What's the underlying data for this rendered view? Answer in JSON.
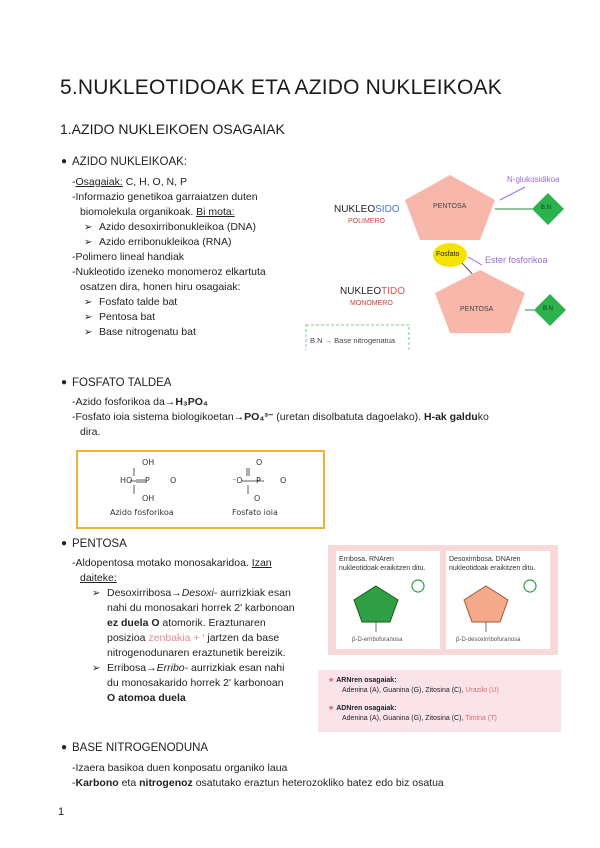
{
  "title": "5.NUKLEOTIDOAK ETA AZIDO NUKLEIKOAK",
  "section": "1.AZIDO NUKLEIKOEN OSAGAIAK",
  "s1": {
    "bullet": "AZIDO NUKLEIKOAK:",
    "osagaiak_label": "Osagaiak:",
    "osagaiak_value": " C, H, O, N, P",
    "info_line1": "-Informazio genetikoa garraiatzen duten",
    "info_line2": "biomolekula organikoak.",
    "bi_mota": "Bi mota:",
    "dna": "Azido desoxirribonukleikoa (DNA)",
    "rna": "Azido erribonukleikoa (RNA)",
    "polimero": "-Polimero lineal handiak",
    "nukl_line1": "-Nukleotido izeneko monomeroz elkartuta",
    "nukl_line2": "osatzen dira, honen hiru osagaiak:",
    "fosfato": "Fosfato talde bat",
    "pentosa": "Pentosa bat",
    "base": "Base nitrogenatu bat"
  },
  "diagram1": {
    "nukleosido_a": "NUKLEO",
    "nukleosido_b": "SIDO",
    "polimero": "POLIMERO",
    "nukleotido_a": "NUKLEO",
    "nukleotido_b": "TIDO",
    "monomero": "MONOMERO",
    "bn_legend": "B.N → Base nitrogenatua",
    "n_glukosidikoa": "N-glukosidikoa",
    "pentosa1": "PENTOSA",
    "bn1": "B.N",
    "fosfato": "Fosfato",
    "ester": "Ester fosforikoa",
    "pentosa2": "PENTOSA",
    "bn2": "B.N"
  },
  "s2": {
    "bullet": "FOSFATO TALDEA",
    "line1_a": "-Azido fosforikoa da→",
    "line1_b": "H₃PO₄",
    "line2_a": "-Fosfato ioia sistema biologikoetan→",
    "line2_b": "PO₄³⁻",
    "line2_c": " (uretan disolbatuta dagoelako). ",
    "line2_d": "H-ak galdu",
    "line2_e": "ko",
    "line3": "dira.",
    "azido_label": "Azido fosforikoa",
    "ioia_label": "Fosfato ioia",
    "oh": "OH",
    "ho": "HO",
    "p": "P",
    "o": "O",
    "ominus": "⁻O"
  },
  "s3": {
    "bullet": "PENTOSA",
    "line1_a": "-Aldopentosa motako monosakaridoa. ",
    "line1_b": "Izan",
    "line2": "daiteke:",
    "d1_a": "Desoxirribosa→",
    "d1_b": "Desoxi-",
    "d1_c": " aurrizkiak esan",
    "d2": "nahi du monosakari horrek 2' karbonoan",
    "d3_a": "ez duela O",
    "d3_b": " atomorik. Eraztunaren",
    "d4_a": "posizioa ",
    "d4_b": "zenbakia + '",
    "d4_c": " jartzen da base",
    "d5": "nitrogenodunaren eraztunetik bereizik.",
    "e1_a": "Erribosa→",
    "e1_b": "Erribo-",
    "e1_c": " aurrizkiak esan nahi",
    "e2": "du monosakarido horrek 2' karbonoan",
    "e3": "O atomoa duela",
    "ribose_cap1": "Erribosa. RNAren",
    "ribose_cap2": "nukleotidoak eraikitzen ditu.",
    "deoxy_cap1": "Desoxirribosa. DNAren",
    "deoxy_cap2": "nukleotidoak eraikitzen ditu.",
    "ribose_foot": "β-D-erribofuranosa",
    "deoxy_foot": "β-D-desoxirribofuranosa",
    "arn_title": "ARNren osagaiak:",
    "arn_list_a": "Adenina (A), Guanina (G), Zitosina (C), ",
    "arn_list_b": "Urazilo (U)",
    "adn_title": "ADNren osagaiak:",
    "adn_list_a": "Adenina (A), Guanina (G), Zitosina (C), ",
    "adn_list_b": "Timina (T)"
  },
  "s4": {
    "bullet": "BASE NITROGENODUNA",
    "line1": "-Izaera basikoa duen konposatu organiko laua",
    "line2_a": "Karbono",
    "line2_b": " eta ",
    "line2_c": "nitrogenoz",
    "line2_d": " osatutako eraztun heterozokliko batez edo biz osatua"
  },
  "page_number": "1"
}
